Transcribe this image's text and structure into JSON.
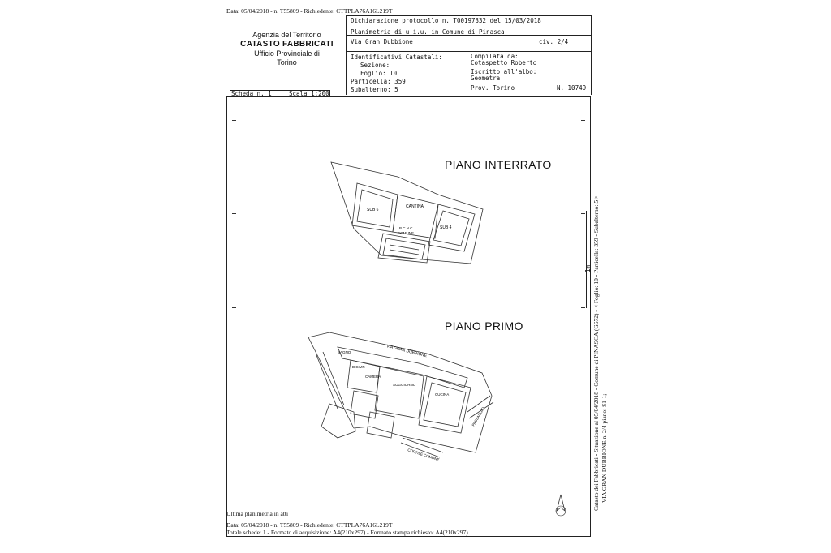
{
  "header": {
    "top_line": "Data: 05/04/2018 - n. T55809 - Richiedente: CTTPLA76A16L219T",
    "agency": {
      "line1": "Agenzia del Territorio",
      "line2": "CATASTO FABBRICATI",
      "line3": "Ufficio Provinciale di",
      "line4": "Torino"
    },
    "declaration": {
      "protocol": "Dichiarazione protocollo n. TO0197332 del 15/03/2018",
      "unit_plan": "Planimetria di u.i.u. in Comune di Pinasca",
      "address": "Via Gran Dubbione",
      "civ": "civ. 2/4",
      "id_label": "Identificativi Catastali:",
      "section": "Sezione:",
      "sheet": "Foglio: 10",
      "parcel": "Particella: 359",
      "sub": "Subalterno: 5",
      "compiled": "Compilata da:",
      "compiler": "Cotaspetto Roberto",
      "enrolled": "Iscritto all'albo:",
      "role": "Geometra",
      "province": "Prov. Torino",
      "number": "N. 10749"
    },
    "scheda": "Scheda n. 1",
    "scale": "Scala 1:200"
  },
  "plans": {
    "basement_title": "PIANO INTERRATO",
    "first_title": "PIANO PRIMO",
    "basement_rooms": {
      "sub6": "SUB 6",
      "cantina": "CANTINA",
      "sub4": "SUB 4",
      "bcnc": "B.C.N.C.",
      "comune": "COMUNE"
    },
    "first_rooms": {
      "street_top": "VIA GRAN DUBBIONE",
      "bagno": "BAGNO",
      "disimp": "DISIMP.",
      "camera": "CAMERA",
      "soggiorno": "SOGGIORNO",
      "cucina": "CUCINA",
      "street_bottom": "CORTILE COMUNE",
      "street_right": "PASSAGGIO"
    }
  },
  "side_text": {
    "line1": "Catasto dei Fabbricati - Situazione al 05/04/2018 - Comune di PINASCA (G672) - < Foglio: 10 - Particella: 359 - Subalterno: 5 >",
    "line2": "VIA GRAN DUBBIONE n. 2/4 piano: S1-1;",
    "mark": "~ 1m"
  },
  "footer": {
    "note": "Ultima planimetria in atti",
    "line1": "Data: 05/04/2018 - n. T55809 - Richiedente: CTTPLA76A16L219T",
    "line2": "Totale schede: 1 - Formato di acquisizione: A4(210x297) - Formato stampa richiesto: A4(210x297)"
  }
}
